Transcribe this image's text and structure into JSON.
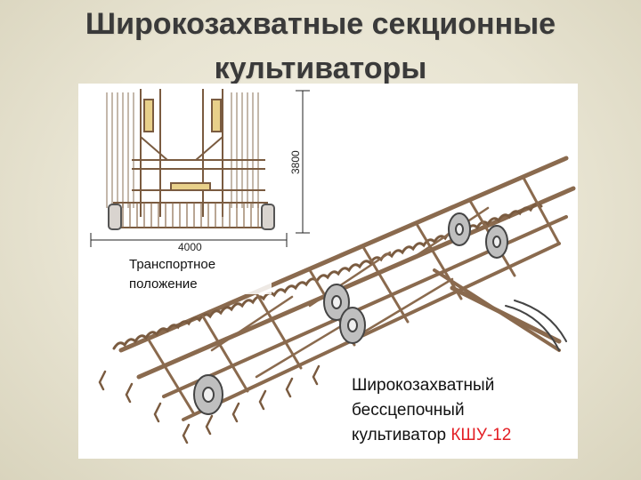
{
  "slide": {
    "title_line1": "Широкозахватные секционные",
    "title_line2": "культиваторы"
  },
  "figure": {
    "dim_width": "4000",
    "dim_height": "3800",
    "caption_transport_line1": "Транспортное",
    "caption_transport_line2": "положение",
    "caption_main_line1": "Широкозахватный",
    "caption_main_line2": "бесcцепочный",
    "caption_main_line3_prefix": "культиватор ",
    "caption_main_model": "КШУ-12",
    "frame_color": "#8a6a4e",
    "model_color": "#e31e24"
  }
}
